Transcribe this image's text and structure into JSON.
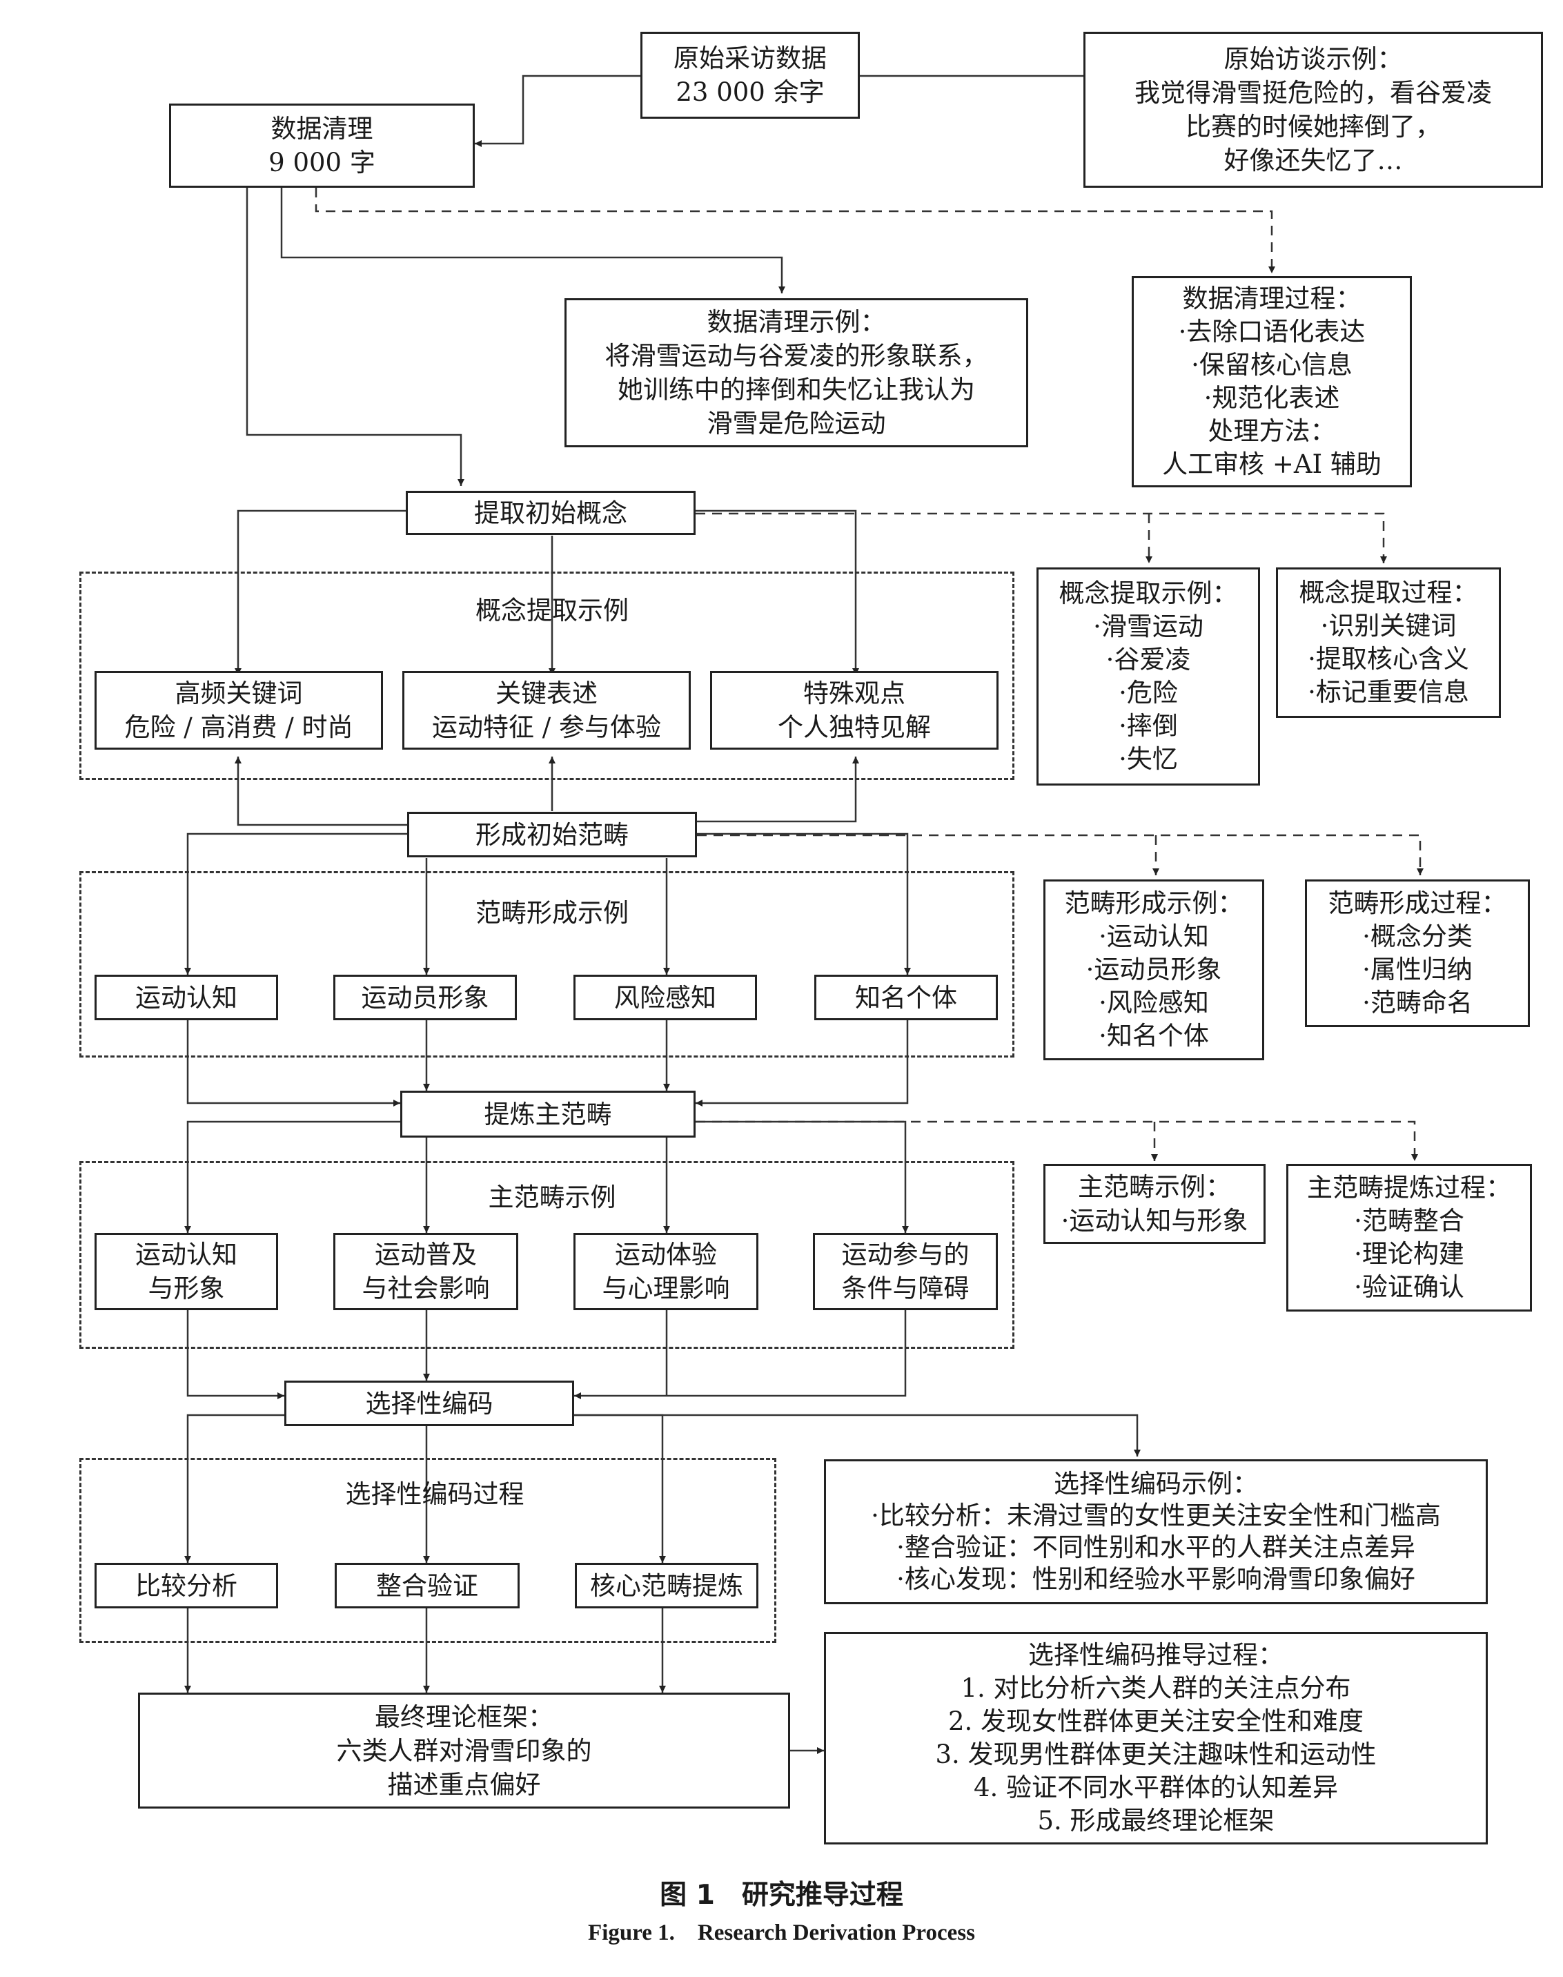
{
  "raw_data": {
    "line1": "原始采访数据",
    "line2": "23 000 余字"
  },
  "interview_example": {
    "line1": "原始访谈示例：",
    "line2": "我觉得滑雪挺危险的，看谷爱凌",
    "line3": "比赛的时候她摔倒了，",
    "line4": "好像还失忆了…"
  },
  "data_cleaning": {
    "line1": "数据清理",
    "line2": "9 000 字"
  },
  "cleaning_example": {
    "line1": "数据清理示例：",
    "line2": "将滑雪运动与谷爱凌的形象联系，",
    "line3": "她训练中的摔倒和失忆让我认为",
    "line4": "滑雪是危险运动"
  },
  "cleaning_process": {
    "line1": "数据清理过程：",
    "line2": "·去除口语化表达",
    "line3": "·保留核心信息",
    "line4": "·规范化表述",
    "line5": "处理方法：",
    "line6": "人工审核 +AI 辅助"
  },
  "extract_concepts": {
    "label": "提取初始概念"
  },
  "concept_group": {
    "label": "概念提取示例"
  },
  "concept_nodes": [
    {
      "line1": "高频关键词",
      "line2": "危险 / 高消费 / 时尚"
    },
    {
      "line1": "关键表述",
      "line2": "运动特征 / 参与体验"
    },
    {
      "line1": "特殊观点",
      "line2": "个人独特见解"
    }
  ],
  "concept_example": {
    "line1": "概念提取示例：",
    "line2": "·滑雪运动",
    "line3": "·谷爱凌",
    "line4": "·危险",
    "line5": "·摔倒",
    "line6": "·失忆"
  },
  "concept_process": {
    "line1": "概念提取过程：",
    "line2": "·识别关键词",
    "line3": "·提取核心含义",
    "line4": "·标记重要信息"
  },
  "form_categories": {
    "label": "形成初始范畴"
  },
  "category_group": {
    "label": "范畴形成示例"
  },
  "category_nodes": [
    {
      "label": "运动认知"
    },
    {
      "label": "运动员形象"
    },
    {
      "label": "风险感知"
    },
    {
      "label": "知名个体"
    }
  ],
  "category_example": {
    "line1": "范畴形成示例：",
    "line2": "·运动认知",
    "line3": "·运动员形象",
    "line4": "·风险感知",
    "line5": "·知名个体"
  },
  "category_process": {
    "line1": "范畴形成过程：",
    "line2": "·概念分类",
    "line3": "·属性归纳",
    "line4": "·范畴命名"
  },
  "refine_main": {
    "label": "提炼主范畴"
  },
  "main_group": {
    "label": "主范畴示例"
  },
  "main_nodes": [
    {
      "line1": "运动认知",
      "line2": "与形象"
    },
    {
      "line1": "运动普及",
      "line2": "与社会影响"
    },
    {
      "line1": "运动体验",
      "line2": "与心理影响"
    },
    {
      "line1": "运动参与的",
      "line2": "条件与障碍"
    }
  ],
  "main_example": {
    "line1": "主范畴示例：",
    "line2": "·运动认知与形象"
  },
  "main_process": {
    "line1": "主范畴提炼过程：",
    "line2": "·范畴整合",
    "line3": "·理论构建",
    "line4": "·验证确认"
  },
  "selective_coding": {
    "label": "选择性编码"
  },
  "selective_group": {
    "label": "选择性编码过程"
  },
  "selective_nodes": [
    {
      "label": "比较分析"
    },
    {
      "label": "整合验证"
    },
    {
      "label": "核心范畴提炼"
    }
  ],
  "selective_example": {
    "line1": "选择性编码示例：",
    "line2": "·比较分析：未滑过雪的女性更关注安全性和门槛高",
    "line3": "·整合验证：不同性别和水平的人群关注点差异",
    "line4": "·核心发现：性别和经验水平影响滑雪印象偏好"
  },
  "final_framework": {
    "line1": "最终理论框架：",
    "line2": "六类人群对滑雪印象的",
    "line3": "描述重点偏好"
  },
  "derivation_process": {
    "line1": "选择性编码推导过程：",
    "line2": "1. 对比分析六类人群的关注点分布",
    "line3": "2. 发现女性群体更关注安全性和难度",
    "line4": "3. 发现男性群体更关注趣味性和运动性",
    "line5": "4. 验证不同水平群体的认知差异",
    "line6": "5. 形成最终理论框架"
  },
  "caption": {
    "cn": "图 1　研究推导过程",
    "en": "Figure 1.　Research Derivation Process"
  }
}
